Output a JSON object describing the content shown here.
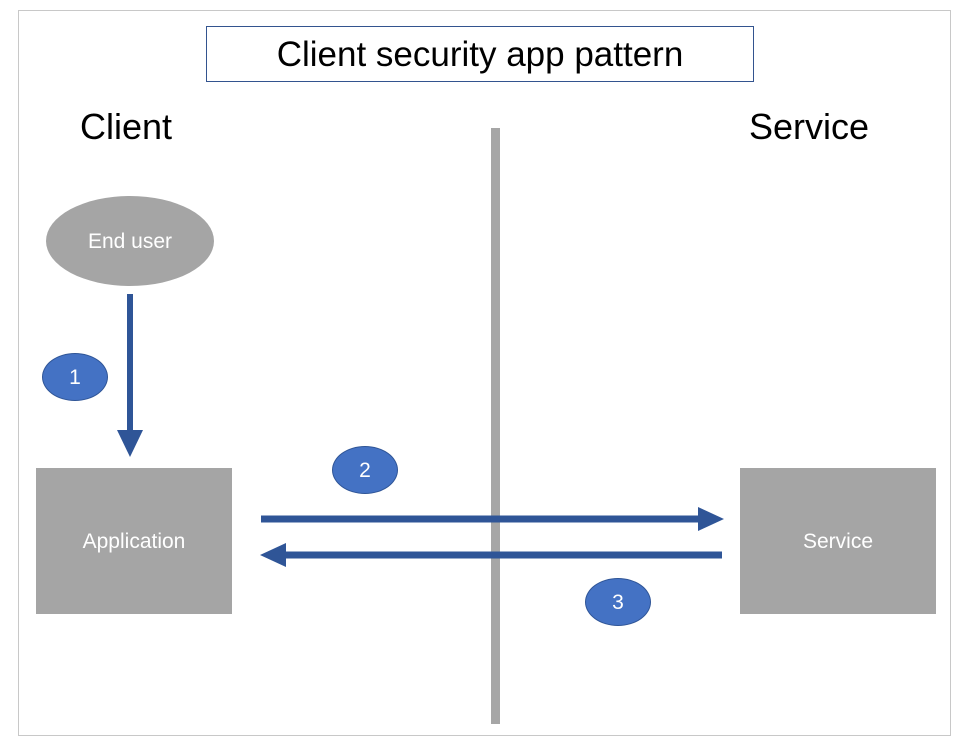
{
  "slide": {
    "title": "Client security app pattern",
    "accent_blue": "#4472C4",
    "arrow_blue": "#2F5597",
    "shape_gray": "#A5A5A5",
    "divider_gray": "#A6A6A6",
    "title_border": "#33548F",
    "frame_border": "#C8C8C8",
    "background": "#FFFFFF"
  },
  "columns": {
    "left_heading": "Client",
    "right_heading": "Service"
  },
  "nodes": {
    "end_user": "End user",
    "application": "Application",
    "service": "Service"
  },
  "steps": [
    {
      "number": "1",
      "from": "End user",
      "to": "Application",
      "direction": "down"
    },
    {
      "number": "2",
      "from": "Application",
      "to": "Service",
      "direction": "right"
    },
    {
      "number": "3",
      "from": "Service",
      "to": "Application",
      "direction": "left"
    }
  ]
}
